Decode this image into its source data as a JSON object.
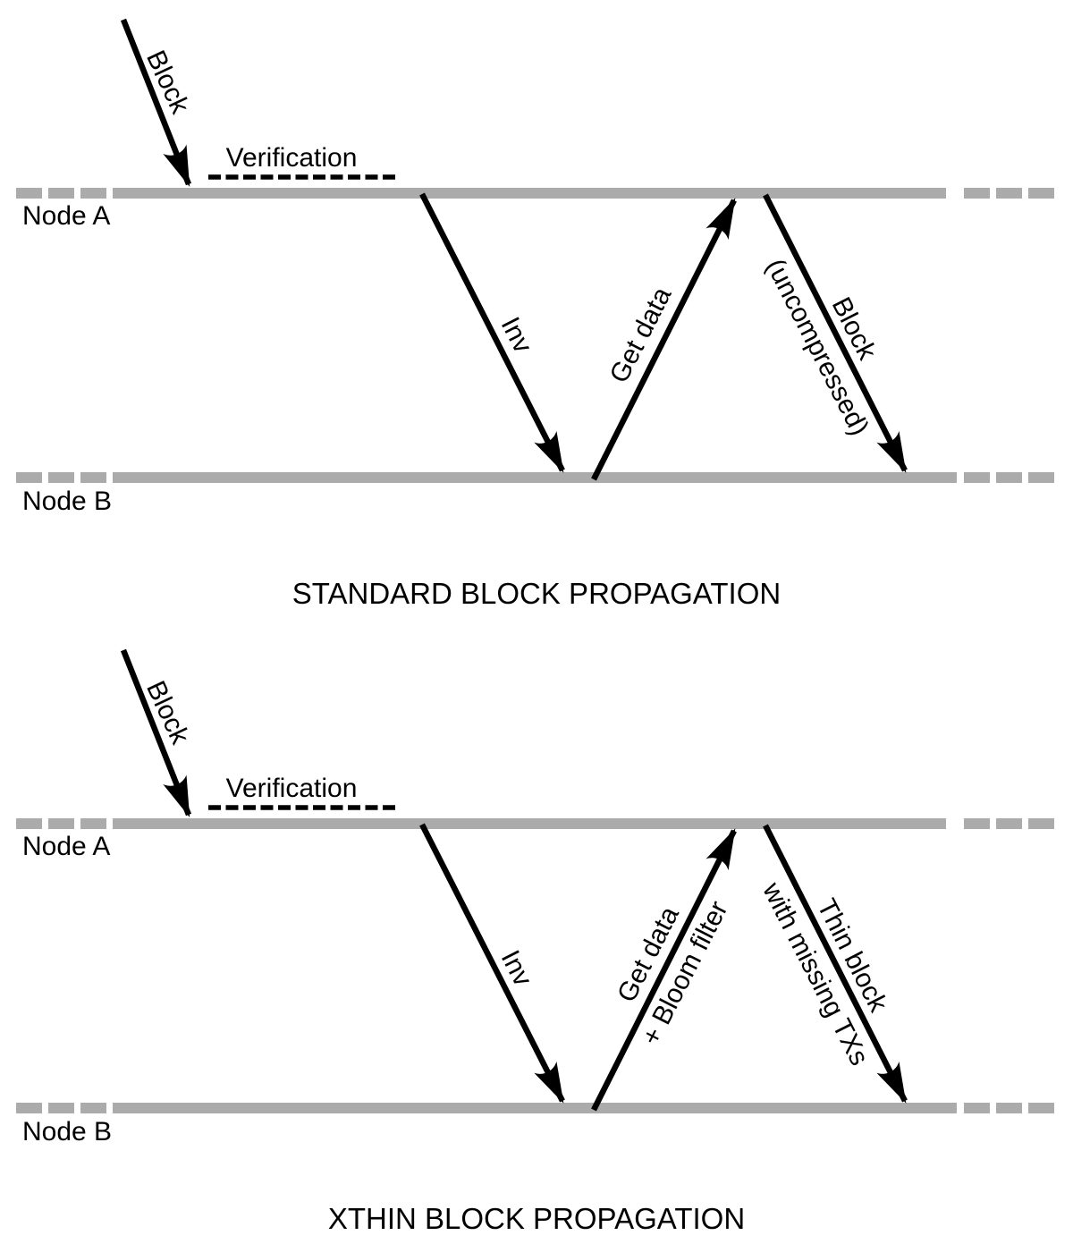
{
  "colors": {
    "node_line_gray": "#ababab",
    "ink_black": "#000000",
    "background": "#ffffff"
  },
  "diagrams": [
    {
      "title": "STANDARD BLOCK PROPAGATION",
      "nodes": {
        "a": "Node A",
        "b": "Node B"
      },
      "verification_label": "Verification",
      "arrows": {
        "incoming_block": {
          "lines": [
            "Block"
          ]
        },
        "inv": {
          "lines": [
            "Inv"
          ]
        },
        "get_data": {
          "lines": [
            "Get data"
          ]
        },
        "response": {
          "lines": [
            "Block",
            "(uncompressed)"
          ]
        }
      }
    },
    {
      "title": "XTHIN BLOCK PROPAGATION",
      "nodes": {
        "a": "Node A",
        "b": "Node B"
      },
      "verification_label": "Verification",
      "arrows": {
        "incoming_block": {
          "lines": [
            "Block"
          ]
        },
        "inv": {
          "lines": [
            "Inv"
          ]
        },
        "get_data": {
          "lines": [
            "Get data",
            "+ Bloom filter"
          ]
        },
        "response": {
          "lines": [
            "Thin block",
            "with missing TXs"
          ]
        }
      }
    }
  ]
}
